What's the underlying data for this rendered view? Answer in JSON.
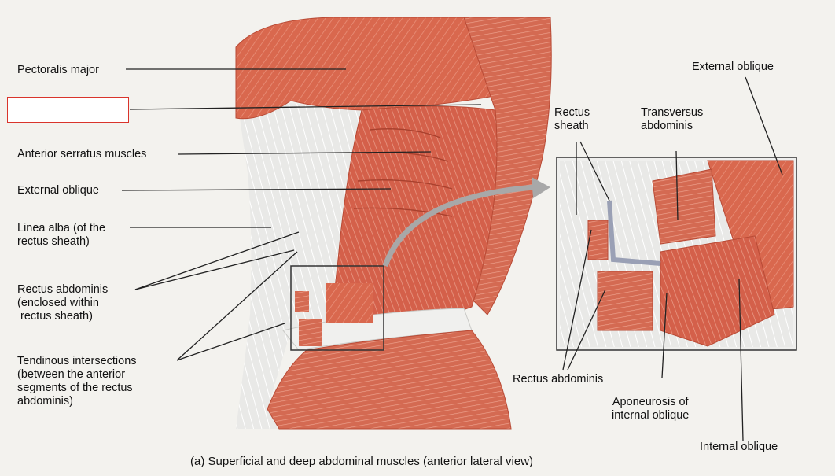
{
  "figure": {
    "caption": "(a) Superficial and deep abdominal muscles (anterior lateral view)"
  },
  "left_labels": {
    "pectoralis_major": "Pectoralis major",
    "blank_label": "",
    "anterior_serratus": "Anterior serratus muscles",
    "external_oblique": "External oblique",
    "linea_alba_line1": "Linea alba (of the",
    "linea_alba_line2": "rectus sheath)",
    "rectus_abdominis_line1": "Rectus abdominis",
    "rectus_abdominis_line2": "(enclosed within",
    "rectus_abdominis_line3": " rectus sheath)",
    "tendinous_line1": "Tendinous intersections",
    "tendinous_line2": "(between the anterior",
    "tendinous_line3": "segments of the rectus",
    "tendinous_line4": "abdominis)"
  },
  "inset_labels": {
    "rectus_sheath_line1": "Rectus",
    "rectus_sheath_line2": "sheath",
    "transversus_line1": "Transversus",
    "transversus_line2": "abdominis",
    "external_oblique": "External oblique",
    "rectus_abdominis": "Rectus abdominis",
    "aponeurosis_line1": "Aponeurosis of",
    "aponeurosis_line2": "internal oblique",
    "internal_oblique": "Internal oblique"
  },
  "colors": {
    "muscle": "#d9684e",
    "muscle_dark": "#b84a35",
    "fascia": "#e8e8e6",
    "answer_box_border": "#d9342b"
  }
}
